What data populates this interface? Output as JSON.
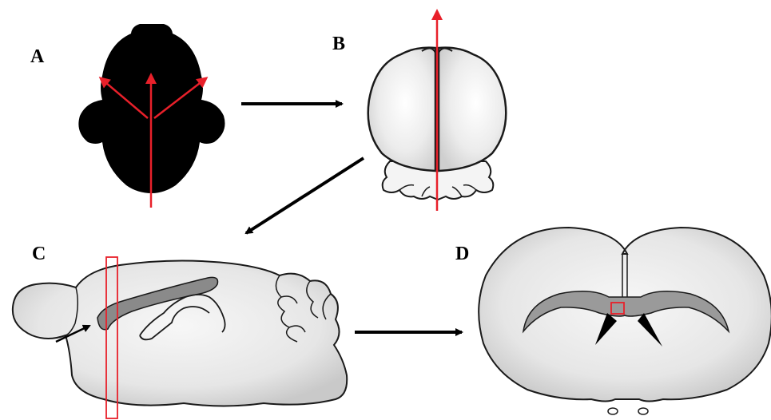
{
  "panels": {
    "a": {
      "label": "A"
    },
    "b": {
      "label": "B"
    },
    "c": {
      "label": "C"
    },
    "d": {
      "label": "D"
    }
  },
  "colors": {
    "annotation": "#e8202a",
    "silhouette": "#000000",
    "outline": "#1a1a1a",
    "tissue_light": "#f2f2f2",
    "tissue_mid": "#d9d9d9",
    "ventricle": "#8a8a8a",
    "background": "#ffffff"
  },
  "icons": {
    "flow_arrow": "arrow-right-icon",
    "flow_arrow_diagonal": "arrow-down-left-icon"
  }
}
